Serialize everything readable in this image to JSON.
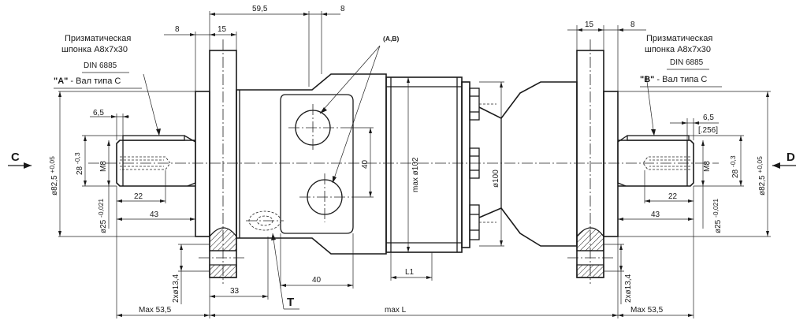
{
  "left_note": {
    "line1": "Призматическая",
    "line2": "шпонка А8x7x30",
    "line3": "DIN 6885",
    "shaft_mark": "\"A\"",
    "shaft_text": " - Вал типа C"
  },
  "right_note": {
    "line1": "Призматическая",
    "line2": "шпонка А8x7x30",
    "line3": "DIN 6885",
    "shaft_mark": "\"B\"",
    "shaft_text": " - Вал типа C"
  },
  "views": {
    "left": "C",
    "right": "D",
    "port_t": "T",
    "ports_ab": "(A,B)"
  },
  "dims": {
    "d59_5": "59,5",
    "d8_top_right": "8",
    "d8_top_left": "8",
    "d15_left": "15",
    "d15_right": "15",
    "d8_right": "8",
    "d6_5_left": "6,5",
    "d6_5_right": "6,5",
    "d256": "[.256]",
    "d28_left": "28",
    "d28_left_tol": "-0,3",
    "d28_right": "28",
    "d28_right_tol": "-0,3",
    "m8_left": "M8",
    "m8_right": "M8",
    "d82_left": "ø82,5",
    "d82_left_tol": "+0,05",
    "d82_right": "ø82,5",
    "d82_right_tol": "+0,05",
    "d25_left": "ø25",
    "d25_left_tol": "-0,021",
    "d25_right": "ø25",
    "d25_right_tol": "-0,021",
    "d22_left": "22",
    "d22_right": "22",
    "d43_left": "43",
    "d43_right": "43",
    "d40_vertical": "40",
    "max_d102": "max ø102",
    "d100": "ø100",
    "d40_horizontal": "40",
    "d33": "33",
    "l1": "L1",
    "holes_left": "2xø13,4",
    "holes_right": "2xø13,4",
    "max53_left": "Max 53,5",
    "max53_right": "Max 53,5",
    "max_l": "max L"
  }
}
